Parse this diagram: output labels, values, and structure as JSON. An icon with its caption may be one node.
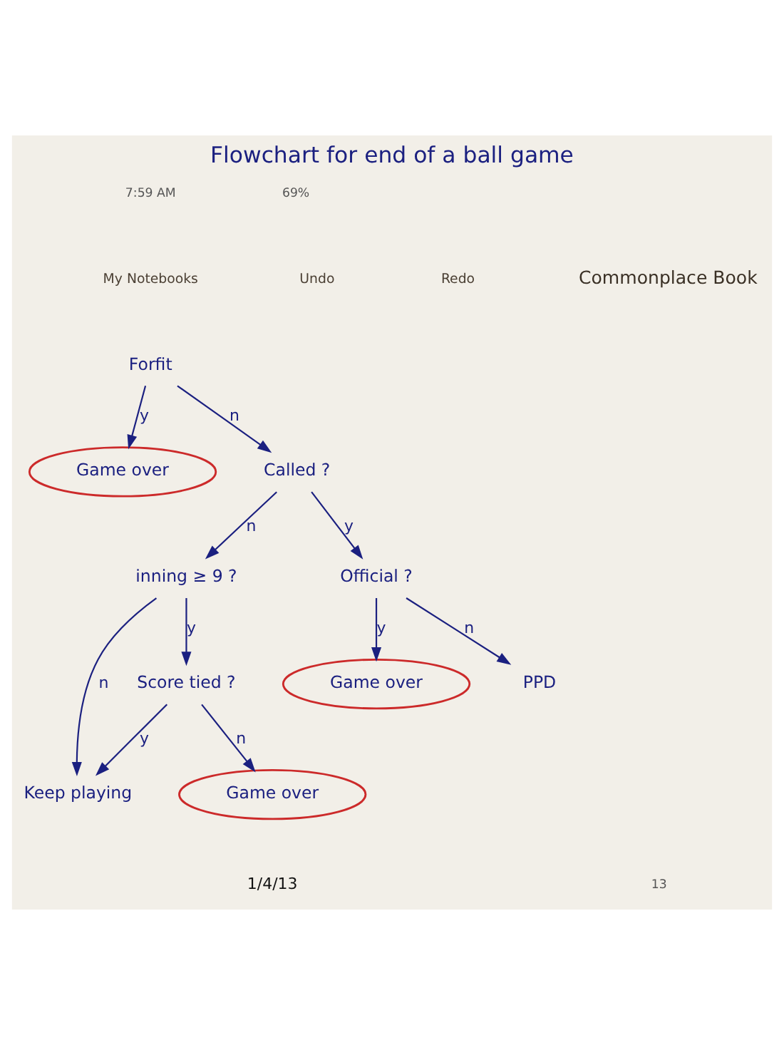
{
  "diagram": {
    "title": "Flowchart for end of a ball game",
    "nodes": [
      {
        "text": [
          "Forfit"
        ]
      },
      {
        "text": [
          "Game over"
        ]
      },
      {
        "text": [
          "Called ?"
        ]
      },
      {
        "text": [
          "inning ≥ 9 ?"
        ]
      },
      {
        "text": [
          "Official ?"
        ]
      },
      {
        "text": [
          "Game over"
        ]
      },
      {
        "text": [
          "PPD"
        ]
      },
      {
        "text": [
          "Keep playing"
        ]
      },
      {
        "text": [
          "Score tied ?"
        ]
      },
      {
        "text": [
          "Game over"
        ]
      }
    ],
    "edges": [
      {
        "from": 0,
        "to": 1,
        "label": "y",
        "arrow": "to"
      },
      {
        "from": 0,
        "to": 2,
        "label": "n",
        "arrow": "to"
      },
      {
        "from": 2,
        "to": 3,
        "label": "n",
        "arrow": "to"
      },
      {
        "from": 2,
        "to": 4,
        "label": "y",
        "arrow": "to"
      },
      {
        "from": 4,
        "to": 5,
        "label": "y",
        "arrow": "to"
      },
      {
        "from": 4,
        "to": 6,
        "label": "n",
        "arrow": "to"
      },
      {
        "from": 3,
        "to": 7,
        "label": "n",
        "arrow": "to"
      },
      {
        "from": 3,
        "to": 8,
        "label": "y",
        "arrow": "to"
      },
      {
        "from": 8,
        "to": 7,
        "label": "y",
        "arrow": "to"
      },
      {
        "from": 8,
        "to": 9,
        "label": "n",
        "arrow": "to"
      }
    ],
    "labels": [
      "7:59 AM",
      "69%",
      "My Notebooks",
      "Undo",
      "Redo",
      "Commonplace Book",
      "1/4/13",
      "13"
    ]
  }
}
